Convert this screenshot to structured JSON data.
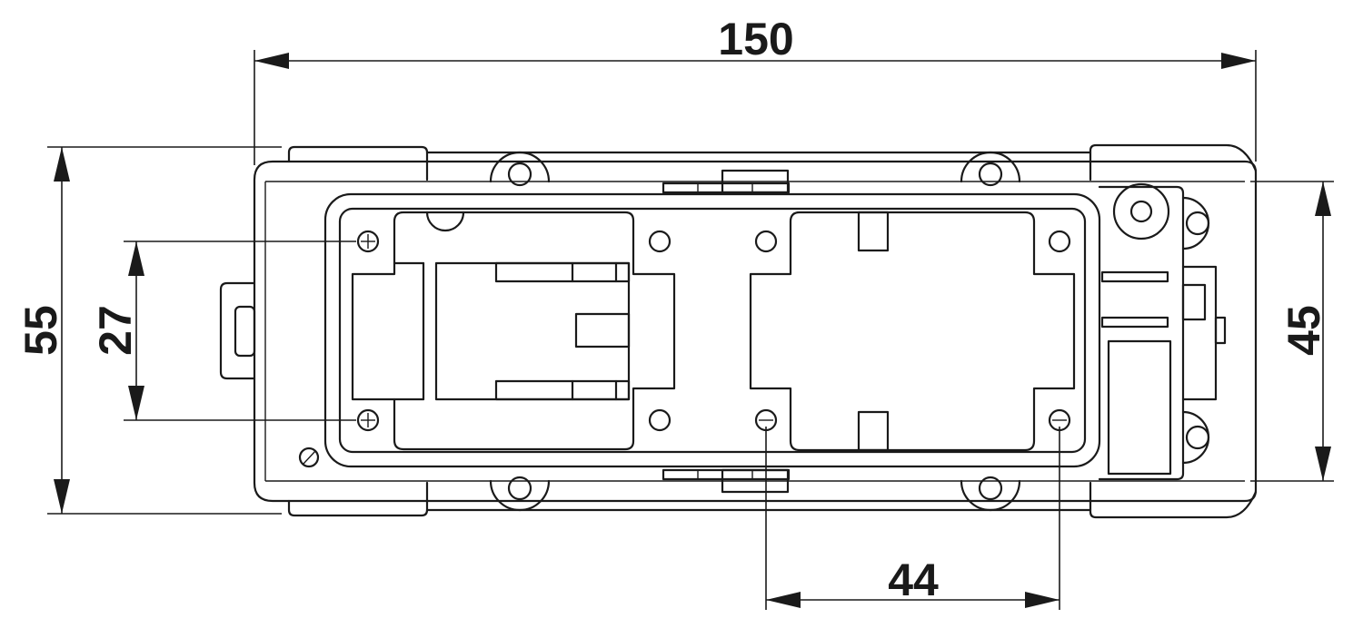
{
  "dimensions": {
    "overall_width": "150",
    "overall_height": "55",
    "hole_spacing_vertical": "27",
    "inner_height": "45",
    "hole_spacing_horizontal": "44"
  }
}
